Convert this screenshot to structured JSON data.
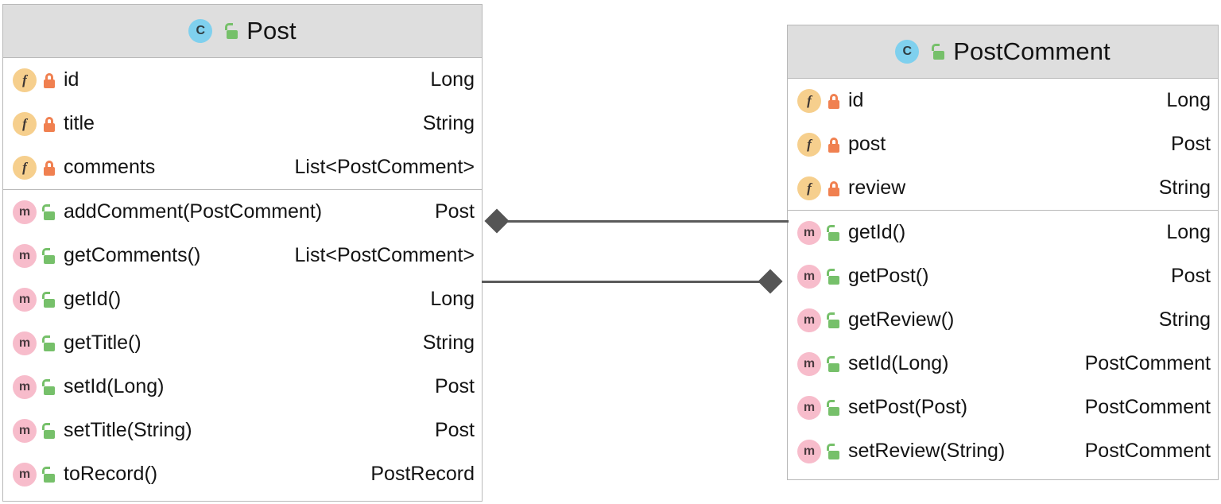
{
  "diagram": {
    "type": "uml-class-diagram",
    "background_color": "#ffffff",
    "header_color": "#dedede",
    "border_color": "#b9b9b9",
    "connector_color": "#5a5a5a",
    "icons": {
      "class_badge": "class-icon",
      "field_badge": "field-icon",
      "method_badge": "method-icon",
      "private_lock": "lock-closed-icon",
      "public_lock": "lock-open-icon"
    },
    "icon_colors": {
      "class_badge": "#7fd0ee",
      "field_badge": "#f6cf8d",
      "method_badge": "#f7bccb",
      "private_lock": "#f08050",
      "public_lock": "#76c06a"
    }
  },
  "classes": [
    {
      "name": "Post",
      "badge_letter": "C",
      "visibility": "public",
      "fields": [
        {
          "badge_letter": "f",
          "visibility": "private",
          "name": "id",
          "type": "Long"
        },
        {
          "badge_letter": "f",
          "visibility": "private",
          "name": "title",
          "type": "String"
        },
        {
          "badge_letter": "f",
          "visibility": "private",
          "name": "comments",
          "type": "List<PostComment>"
        }
      ],
      "methods": [
        {
          "badge_letter": "m",
          "visibility": "public",
          "name": "addComment(PostComment)",
          "type": "Post"
        },
        {
          "badge_letter": "m",
          "visibility": "public",
          "name": "getComments()",
          "type": "List<PostComment>"
        },
        {
          "badge_letter": "m",
          "visibility": "public",
          "name": "getId()",
          "type": "Long"
        },
        {
          "badge_letter": "m",
          "visibility": "public",
          "name": "getTitle()",
          "type": "String"
        },
        {
          "badge_letter": "m",
          "visibility": "public",
          "name": "setId(Long)",
          "type": "Post"
        },
        {
          "badge_letter": "m",
          "visibility": "public",
          "name": "setTitle(String)",
          "type": "Post"
        },
        {
          "badge_letter": "m",
          "visibility": "public",
          "name": "toRecord()",
          "type": "PostRecord"
        }
      ]
    },
    {
      "name": "PostComment",
      "badge_letter": "C",
      "visibility": "public",
      "fields": [
        {
          "badge_letter": "f",
          "visibility": "private",
          "name": "id",
          "type": "Long"
        },
        {
          "badge_letter": "f",
          "visibility": "private",
          "name": "post",
          "type": "Post"
        },
        {
          "badge_letter": "f",
          "visibility": "private",
          "name": "review",
          "type": "String"
        }
      ],
      "methods": [
        {
          "badge_letter": "m",
          "visibility": "public",
          "name": "getId()",
          "type": "Long"
        },
        {
          "badge_letter": "m",
          "visibility": "public",
          "name": "getPost()",
          "type": "Post"
        },
        {
          "badge_letter": "m",
          "visibility": "public",
          "name": "getReview()",
          "type": "String"
        },
        {
          "badge_letter": "m",
          "visibility": "public",
          "name": "setId(Long)",
          "type": "PostComment"
        },
        {
          "badge_letter": "m",
          "visibility": "public",
          "name": "setPost(Post)",
          "type": "PostComment"
        },
        {
          "badge_letter": "m",
          "visibility": "public",
          "name": "setReview(String)",
          "type": "PostComment"
        }
      ]
    }
  ],
  "relationships": [
    {
      "kind": "composition",
      "from": "Post",
      "to": "PostComment",
      "diamond_end": "source"
    },
    {
      "kind": "composition",
      "from": "PostComment",
      "to": "Post",
      "diamond_end": "target"
    }
  ]
}
